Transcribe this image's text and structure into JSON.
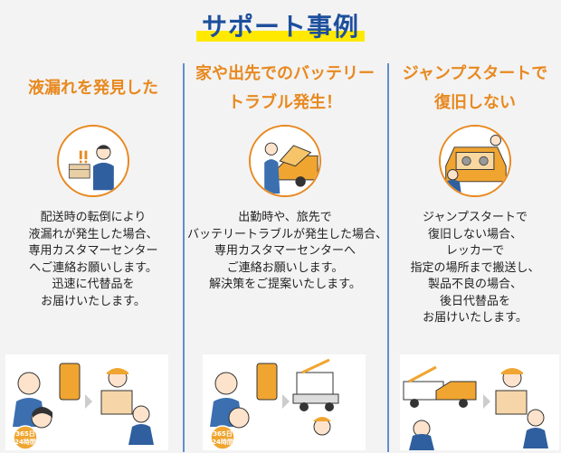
{
  "page_title": "サポート事例",
  "columns": [
    {
      "heading_lines": [
        "液漏れを発見した"
      ],
      "body_lines": [
        "配送時の転倒により",
        "液漏れが発生した場合、",
        "専用カスタマーセンター",
        "へご連絡お願いします。",
        "迅速に代替品を",
        "お届けいたします。"
      ]
    },
    {
      "heading_lines": [
        "家や出先でのバッテリー",
        "トラブル発生！"
      ],
      "body_lines": [
        "出勤時や、旅先で",
        "バッテリートラブルが発生した場合、",
        "専用カスタマーセンターへ",
        "ご連絡お願いします。",
        "解決策をご提案いたします。"
      ]
    },
    {
      "heading_lines": [
        "ジャンプスタートで",
        "復旧しない"
      ],
      "body_lines": [
        "ジャンプスタートで",
        "復旧しない場合、",
        "レッカーで",
        "指定の場所まで搬送し、",
        "製品不良の場合、",
        "後日代替品を",
        "お届けいたします。"
      ]
    }
  ],
  "badge": {
    "line1": "365日",
    "line2": "24時間"
  },
  "colors": {
    "title": "#1d4f9c",
    "title_highlight": "#ffe900",
    "heading": "#e8891f",
    "divider": "#5f8fcf",
    "body": "#222222"
  }
}
